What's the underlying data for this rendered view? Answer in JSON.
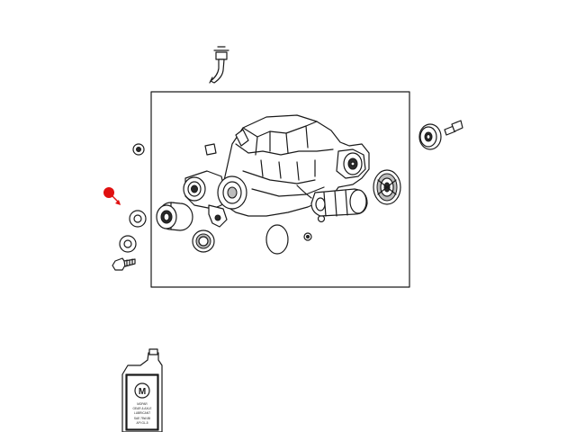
{
  "diagram": {
    "callout_color": "#e01010",
    "line_color": "#1a1a1a",
    "oil_bottle": {
      "brand_mark": "M",
      "label_lines": [
        "MOPAR",
        "GEAR & AXLE",
        "LUBRICANT",
        "SAE 75W-85",
        "API GL-5"
      ]
    }
  }
}
